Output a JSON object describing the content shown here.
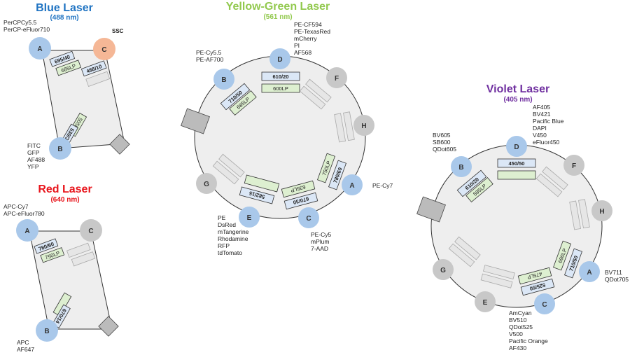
{
  "colors": {
    "blue_title": "#1f73c2",
    "red_title": "#e8141b",
    "green_title": "#92c94e",
    "violet_title": "#7030a0",
    "detector_blue": "#a9c8ea",
    "detector_gray": "#c8c8c8",
    "detector_ssc": "#f5b796",
    "filter_blue": "#dbe7f6",
    "filter_green": "#ddefd0",
    "mirror_gray": "#e6e6e6",
    "body_fill": "#eeeeee",
    "outline": "#333333"
  },
  "lasers": {
    "blue": {
      "title": "Blue Laser",
      "wavelength": "(488 nm)",
      "detectors": {
        "A": "A",
        "B": "B",
        "C": "C"
      },
      "ssc_label": "SSC",
      "labels_A": [
        "PerCPCy5.5",
        "PerCP-eFluor710"
      ],
      "labels_B": [
        "FITC",
        "GFP",
        "AF488",
        "YFP"
      ],
      "filters": {
        "a_bp": "695/40",
        "a_lp": "685LP",
        "c_bp": "488/10",
        "b_lp": "505LP",
        "b_bp": "530/30"
      }
    },
    "red": {
      "title": "Red Laser",
      "wavelength": "(640 nm)",
      "detectors": {
        "A": "A",
        "B": "B",
        "C": "C"
      },
      "labels_A": [
        "APC-Cy7",
        "APC-eFluor780"
      ],
      "labels_B": [
        "APC",
        "AF647"
      ],
      "filters": {
        "a_bp": "780/60",
        "a_lp": "750LP",
        "b_bp": "670/14"
      }
    },
    "yg": {
      "title": "Yellow-Green Laser",
      "wavelength": "(561 nm)",
      "detectors": {
        "A": "A",
        "B": "B",
        "C": "C",
        "D": "D",
        "E": "E",
        "F": "F",
        "G": "G",
        "H": "H"
      },
      "labels_D": [
        "PE-CF594",
        "PE-TexasRed",
        "mCherry",
        "PI",
        "AF568"
      ],
      "labels_B": [
        "PE-Cy5.5",
        "PE-AF700"
      ],
      "labels_A": [
        "PE-Cy7"
      ],
      "labels_C": [
        "PE-Cy5",
        "mPlum",
        "7-AAD"
      ],
      "labels_E": [
        "PE",
        "DsRed",
        "mTangerine",
        "Rhodamine",
        "RFP",
        "tdTomato"
      ],
      "filters": {
        "d_bp": "610/20",
        "d_lp": "600LP",
        "b_bp": "710/50",
        "b_lp": "685LP",
        "a_lp": "750LP",
        "a_bp": "780/60",
        "c_lp": "635LP",
        "c_bp": "670/30",
        "e_bp": "582/15"
      }
    },
    "violet": {
      "title": "Violet Laser",
      "wavelength": "(405 nm)",
      "detectors": {
        "A": "A",
        "B": "B",
        "C": "C",
        "D": "D",
        "E": "E",
        "F": "F",
        "G": "G",
        "H": "H"
      },
      "labels_D": [
        "AF405",
        "BV421",
        "Pacific Blue",
        "DAPI",
        "V450",
        "eFluor450"
      ],
      "labels_B": [
        "BV605",
        "SB600",
        "QDot605"
      ],
      "labels_A": [
        "BV711",
        "QDot705"
      ],
      "labels_C": [
        "AmCyan",
        "BV510",
        "QDot525",
        "V500",
        "Pacific Orange",
        "AF430"
      ],
      "filters": {
        "d_bp": "450/50",
        "b_bp": "610/20",
        "b_lp": "595LP",
        "a_lp": "690LP",
        "a_bp": "710/50",
        "c_lp": "475LP",
        "c_bp": "525/50"
      }
    }
  }
}
